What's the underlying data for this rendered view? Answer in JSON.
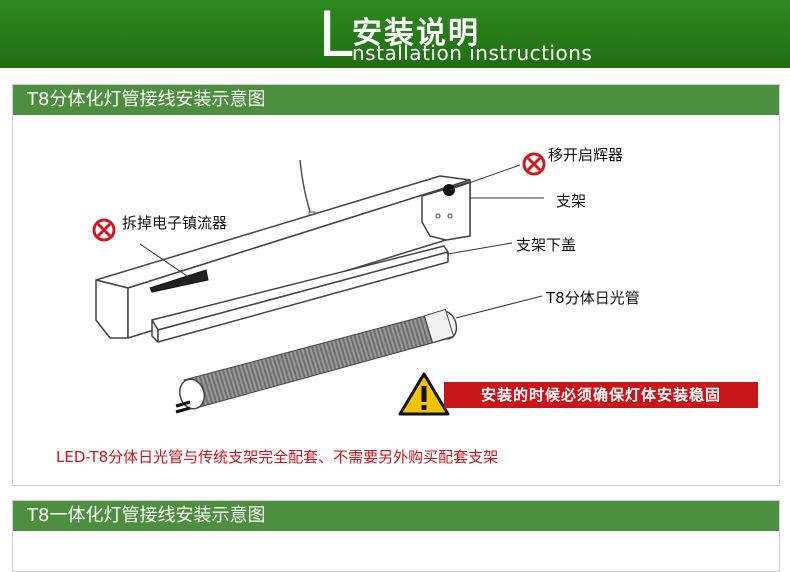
{
  "header": {
    "letter": "L",
    "title_cn": "安装说明",
    "title_en": "nstallation instructions"
  },
  "section1": {
    "title": "T8分体化灯管接线安装示意图",
    "labels": {
      "remove_starter": "移开启辉器",
      "bracket": "支架",
      "remove_ballast": "拆掉电子镇流器",
      "bracket_cover": "支架下盖",
      "tube": "T8分体日光管"
    },
    "warning": "安装的时候必须确保灯体安装稳固",
    "note": "LED-T8分体日光管与传统支架完全配套、不需要另外购买配套支架"
  },
  "section2": {
    "title": "T8一体化灯管接线安装示意图"
  },
  "colors": {
    "header_green": "#2f8a1f",
    "bar_green": "#4b8f3f",
    "warning_red": "#c9141a",
    "note_red": "#d0141c",
    "no_icon_red": "#d11a20"
  }
}
